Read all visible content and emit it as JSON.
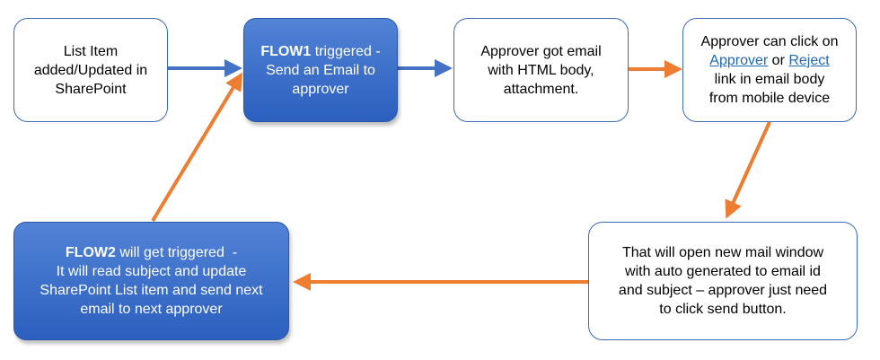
{
  "nodes": {
    "list_item": {
      "line1": "List Item",
      "line2": "added/Updated in",
      "line3": "SharePoint"
    },
    "flow1": {
      "bold": "FLOW1",
      "line1_rest": " triggered -",
      "line2": "Send an Email to",
      "line3": "approver"
    },
    "approver_email": {
      "line1": "Approver got email",
      "line2": "with HTML body,",
      "line3": "attachment."
    },
    "approver_click": {
      "line1": "Approver can click on",
      "link_approve": "Approver",
      "or_word": " or ",
      "link_reject": "Reject",
      "line3": "link in email body",
      "line4": "from mobile device"
    },
    "new_mail": {
      "line1": "That will open new mail window",
      "line2": "with auto generated to email id",
      "line3": "and subject – approver just need",
      "line4": "to click send button."
    },
    "flow2": {
      "bold": "FLOW2",
      "line1_rest": " will get triggered  -",
      "line2": "It will read subject and update",
      "line3": "SharePoint List item and send next",
      "line4": "email to next approver"
    }
  },
  "colors": {
    "blue_arrow": "#4472c4",
    "orange_arrow": "#ed7d31",
    "node_border": "#3b6ab7",
    "flow_fill": "#3f70cb"
  }
}
